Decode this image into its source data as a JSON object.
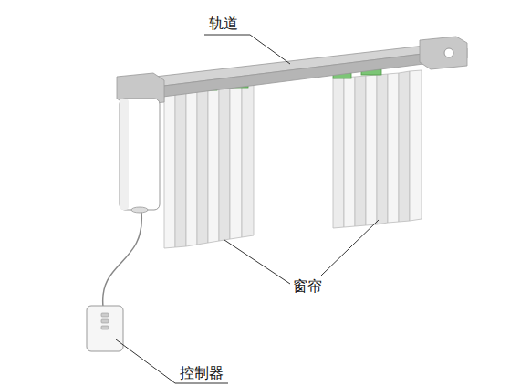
{
  "diagram": {
    "labels": [
      "轨道",
      "窗帘",
      "控制器"
    ]
  }
}
